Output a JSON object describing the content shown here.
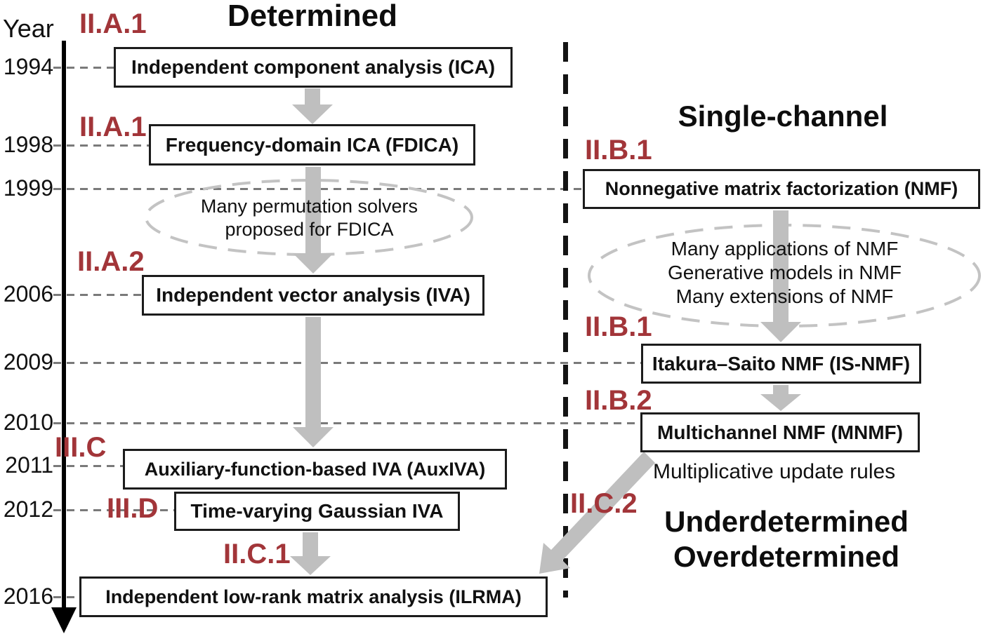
{
  "regions": {
    "determined": "Determined",
    "single_channel": "Single-channel",
    "underdetermined": "Underdetermined",
    "overdetermined": "Overdetermined"
  },
  "year_axis": {
    "label": "Year",
    "years": [
      "1994",
      "1998",
      "1999",
      "2006",
      "2009",
      "2010",
      "2011",
      "2012",
      "2016"
    ]
  },
  "sections": {
    "iia1_top": "II.A.1",
    "iia1_mid": "II.A.1",
    "iia2": "II.A.2",
    "iiic": "III.C",
    "iiid": "III.D",
    "iic1": "II.C.1",
    "iib1_top": "II.B.1",
    "iib1_mid": "II.B.1",
    "iib2": "II.B.2",
    "iic2": "II.C.2"
  },
  "methods": {
    "ica": "Independent component analysis (ICA)",
    "fdica": "Frequency-domain ICA (FDICA)",
    "iva": "Independent vector analysis (IVA)",
    "auxiva": "Auxiliary-function-based IVA (AuxIVA)",
    "tvgiva": "Time-varying Gaussian IVA",
    "ilrma": "Independent low-rank matrix analysis (ILRMA)",
    "nmf": "Nonnegative matrix factorization (NMF)",
    "isnmf": "Itakura–Saito NMF (IS-NMF)",
    "mnmf": "Multichannel NMF (MNMF)"
  },
  "notes": {
    "fdica_ellipse": [
      "Many permutation solvers",
      "proposed for FDICA"
    ],
    "nmf_ellipse": [
      "Many applications of NMF",
      "Generative models in NMF",
      "Many extensions of NMF"
    ],
    "mnmf_note": "Multiplicative update rules"
  },
  "colors": {
    "section_label_red": "#A23539",
    "arrow_gray": "#BFBFBF",
    "ellipse_gray": "#C3C3C3",
    "year_dash_gray": "#7A7A7A",
    "timeline_black": "#000000"
  }
}
